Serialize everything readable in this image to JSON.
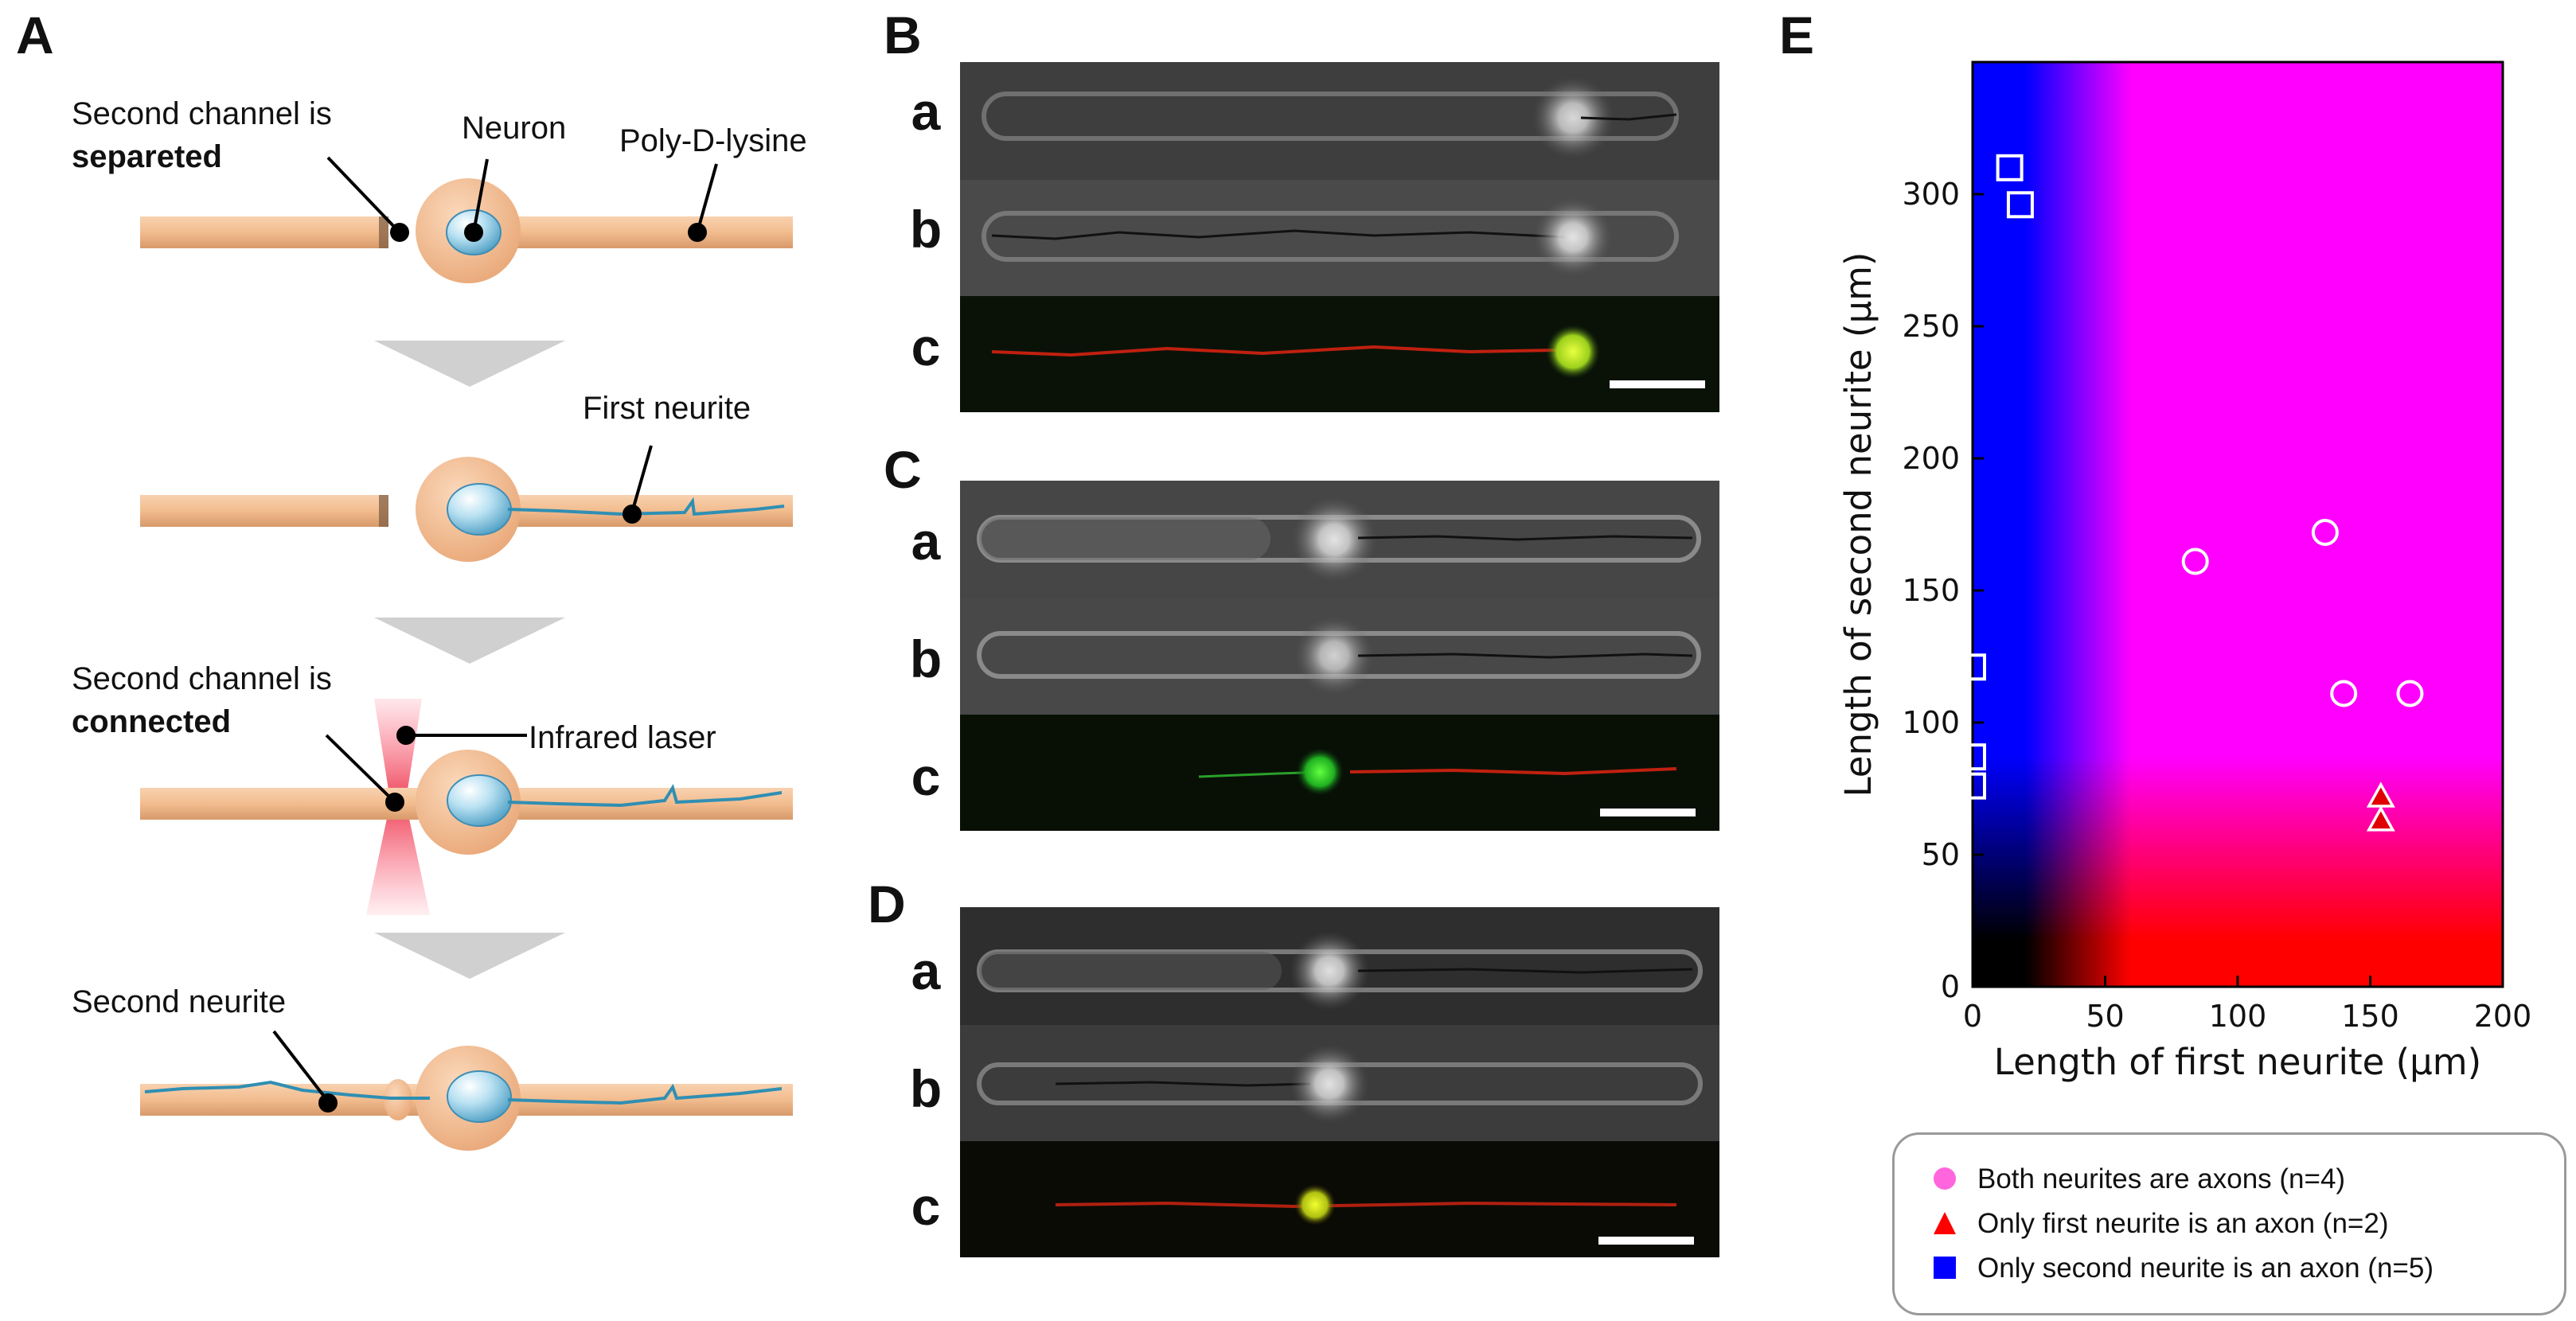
{
  "panels": {
    "A": "A",
    "B": "B",
    "C": "C",
    "D": "D",
    "E": "E"
  },
  "schematic": {
    "step1": {
      "label_prefix": "Second channel is",
      "label_bold": "separeted",
      "neuron": "Neuron",
      "pdl": "Poly-D-lysine"
    },
    "step2": {
      "first_neurite": "First neurite"
    },
    "step3": {
      "label_prefix": "Second channel is",
      "label_bold": "connected",
      "laser": "Infrared laser"
    },
    "step4": {
      "second_neurite": "Second neurite"
    }
  },
  "micrographs": {
    "row_labels": [
      "a",
      "b",
      "c"
    ]
  },
  "chart_data": {
    "type": "scatter",
    "xlabel": "Length of first neurite (μm)",
    "ylabel": "Length of second neurite (μm)",
    "xlim": [
      0,
      200
    ],
    "ylim": [
      0,
      350
    ],
    "xticks": [
      0,
      50,
      100,
      150,
      200
    ],
    "yticks": [
      0,
      50,
      100,
      150,
      200,
      250,
      300
    ],
    "background_regions": {
      "magenta": "#ff00ff",
      "red": "#ff0000",
      "blue": "#0000ff",
      "black": "#000000"
    },
    "series": [
      {
        "name": "Both neurites are axons (n=4)",
        "marker": "circle",
        "legend_color": "#ff66dd",
        "points": [
          [
            84,
            161
          ],
          [
            133,
            172
          ],
          [
            140,
            111
          ],
          [
            165,
            111
          ]
        ]
      },
      {
        "name": "Only  first neurite is an axon (n=2)",
        "marker": "triangle",
        "legend_color": "#ff0000",
        "points": [
          [
            154,
            72
          ],
          [
            154,
            63
          ]
        ]
      },
      {
        "name": "Only second neurite is an axon (n=5)",
        "marker": "square",
        "legend_color": "#0000ff",
        "points": [
          [
            14,
            310
          ],
          [
            18,
            296
          ],
          [
            0,
            121
          ],
          [
            0,
            87
          ],
          [
            0,
            76
          ]
        ]
      }
    ]
  }
}
